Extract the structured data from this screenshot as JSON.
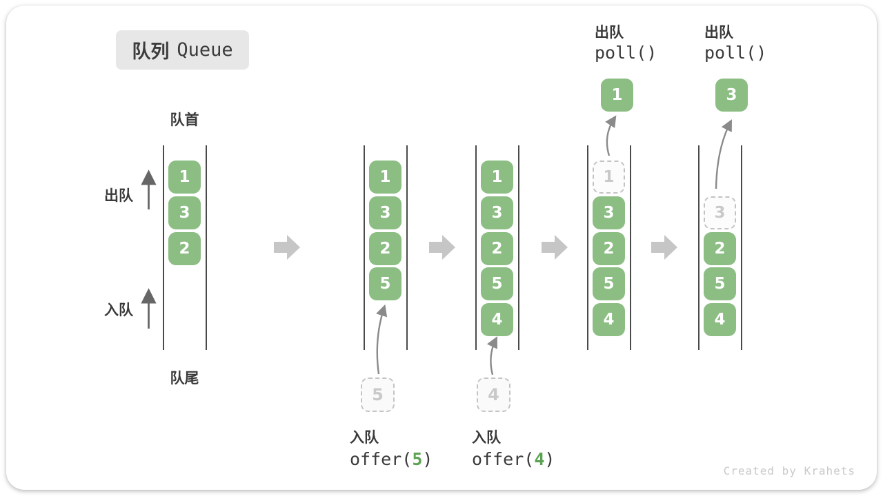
{
  "title": {
    "zh": "队列",
    "en": "Queue"
  },
  "side_labels": {
    "front": "队首",
    "rear": "队尾",
    "dequeue": "出队",
    "enqueue": "入队"
  },
  "states": [
    {
      "slots": [
        {
          "v": "1",
          "s": "filled"
        },
        {
          "v": "3",
          "s": "filled"
        },
        {
          "v": "2",
          "s": "filled"
        }
      ]
    },
    {
      "slots": [
        {
          "v": "1",
          "s": "filled"
        },
        {
          "v": "3",
          "s": "filled"
        },
        {
          "v": "2",
          "s": "filled"
        },
        {
          "v": "5",
          "s": "filled"
        }
      ],
      "incoming": {
        "value": "5"
      },
      "op_label": {
        "zh": "入队",
        "code": [
          {
            "t": "offer("
          },
          {
            "t": "5",
            "green": true
          },
          {
            "t": ")"
          }
        ]
      }
    },
    {
      "slots": [
        {
          "v": "1",
          "s": "filled"
        },
        {
          "v": "3",
          "s": "filled"
        },
        {
          "v": "2",
          "s": "filled"
        },
        {
          "v": "5",
          "s": "filled"
        },
        {
          "v": "4",
          "s": "filled"
        }
      ],
      "incoming": {
        "value": "4"
      },
      "op_label": {
        "zh": "入队",
        "code": [
          {
            "t": "offer("
          },
          {
            "t": "4",
            "green": true
          },
          {
            "t": ")"
          }
        ]
      }
    },
    {
      "slots": [
        {
          "v": "1",
          "s": "dashed"
        },
        {
          "v": "3",
          "s": "filled"
        },
        {
          "v": "2",
          "s": "filled"
        },
        {
          "v": "5",
          "s": "filled"
        },
        {
          "v": "4",
          "s": "filled"
        }
      ],
      "outgoing": {
        "value": "1"
      },
      "op_label": {
        "zh": "出队",
        "code": [
          {
            "t": "poll()"
          }
        ]
      }
    },
    {
      "slots": [
        {
          "s": "none"
        },
        {
          "v": "3",
          "s": "dashed"
        },
        {
          "v": "2",
          "s": "filled"
        },
        {
          "v": "5",
          "s": "filled"
        },
        {
          "v": "4",
          "s": "filled"
        }
      ],
      "outgoing": {
        "value": "3"
      },
      "op_label": {
        "zh": "出队",
        "code": [
          {
            "t": "poll()"
          }
        ]
      }
    }
  ],
  "watermark": "Created by Krahets",
  "colors": {
    "box_green": "#8cbe84",
    "code_green": "#5ca253",
    "title_box_bg": "#e7e7e7",
    "text_dark": "#3a3a3a",
    "dashed_gray": "#c4c4c4",
    "transition_arrow_gray": "#c6c6c6",
    "path_arrow_gray": "#8a8a8a"
  }
}
